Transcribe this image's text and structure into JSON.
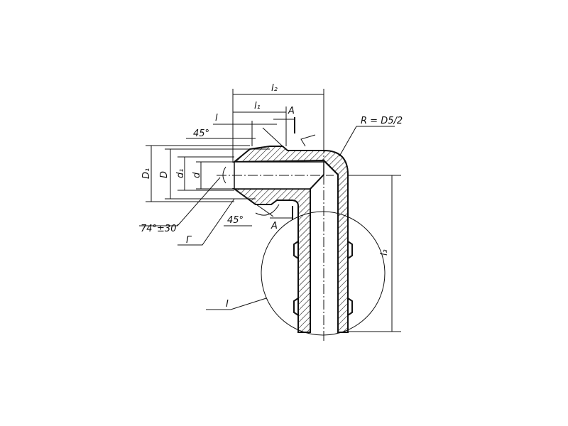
{
  "drawing": {
    "labels": {
      "l2": "l₂",
      "l1": "l₁",
      "l": "l",
      "section_top": "A",
      "section_bottom": "A",
      "chamfer_top": "45°",
      "chamfer_bottom": "45°",
      "radius": "R = D5/2",
      "D1": "D₁",
      "D": "D",
      "d1": "d₁",
      "d": "d",
      "cone_angle": "74°±30′",
      "surface": "Г",
      "l3": "l₃",
      "detail": "I"
    }
  }
}
